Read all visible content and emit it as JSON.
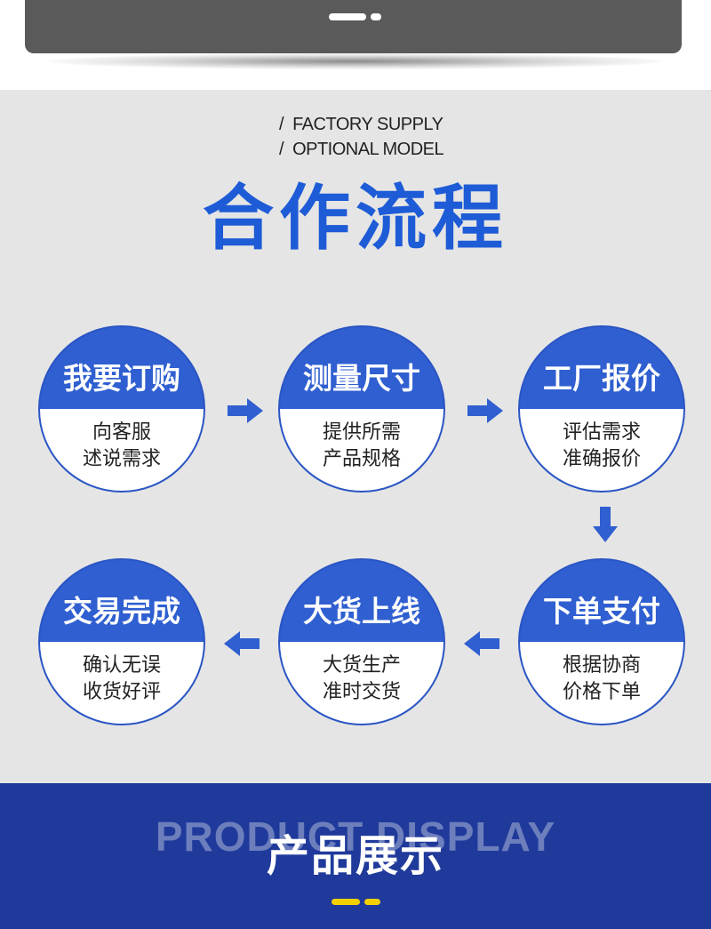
{
  "header": {
    "tag_lines": [
      "FACTORY SUPPLY",
      "OPTIONAL MODEL"
    ],
    "slash": "/",
    "title": "合作流程"
  },
  "steps": [
    {
      "title": "我要订购",
      "desc": [
        "向客服",
        "述说需求"
      ]
    },
    {
      "title": "测量尺寸",
      "desc": [
        "提供所需",
        "产品规格"
      ]
    },
    {
      "title": "工厂报价",
      "desc": [
        "评估需求",
        "准确报价"
      ]
    },
    {
      "title": "下单支付",
      "desc": [
        "根据协商",
        "价格下单"
      ]
    },
    {
      "title": "大货上线",
      "desc": [
        "大货生产",
        "准时交货"
      ]
    },
    {
      "title": "交易完成",
      "desc": [
        "确认无误",
        "收货好评"
      ]
    }
  ],
  "colors": {
    "accent_blue": "#2f5fd0",
    "title_blue": "#1e5bd6",
    "dark_blue": "#1f3a9a",
    "yellow": "#f5d000",
    "grey_bg": "#e5e5e5"
  },
  "product": {
    "ghost_text": "PRODUCT DISPLAY",
    "title": "产品展示"
  }
}
